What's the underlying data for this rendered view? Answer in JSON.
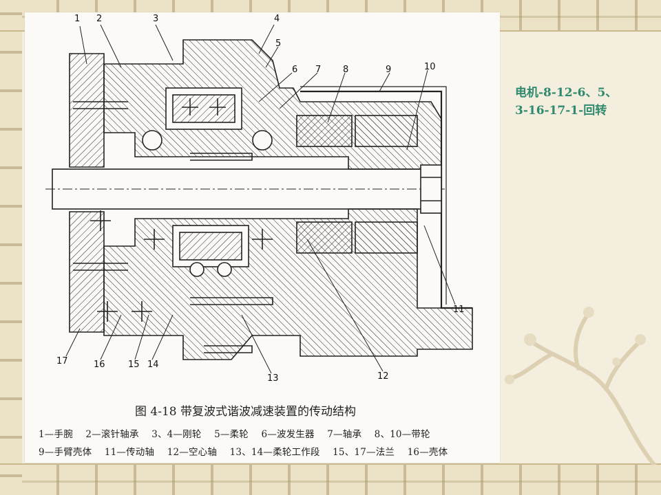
{
  "slide": {
    "note_line1": "电机-8-12-6、5、",
    "note_line2": "3-16-17-1-回转"
  },
  "figure": {
    "caption": "图 4-18   带复波式谐波减速装置的传动结构",
    "legend_line1": [
      "1—手腕",
      "2—滚针轴承",
      "3、4—刚轮",
      "5—柔轮",
      "6—波发生器",
      "7—轴承",
      "8、10—带轮"
    ],
    "legend_line2": [
      "9—手臂壳体",
      "11—传动轴",
      "12—空心轴",
      "13、14—柔轮工作段",
      "15、17—法兰",
      "16—壳体"
    ],
    "part_numbers": [
      "1",
      "2",
      "3",
      "4",
      "5",
      "6",
      "7",
      "8",
      "9",
      "10",
      "11",
      "12",
      "13",
      "14",
      "15",
      "16",
      "17"
    ]
  }
}
